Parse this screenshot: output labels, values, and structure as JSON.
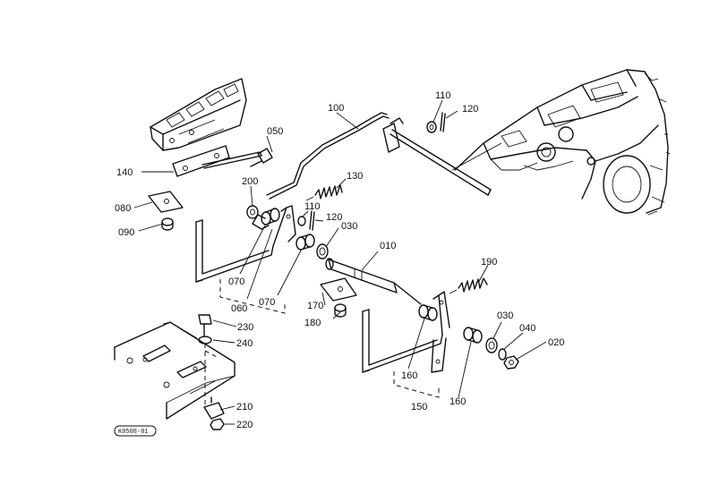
{
  "diagram": {
    "callouts": [
      {
        "id": "c010",
        "text": "010"
      },
      {
        "id": "c020",
        "text": "020"
      },
      {
        "id": "c030a",
        "text": "030"
      },
      {
        "id": "c030b",
        "text": "030"
      },
      {
        "id": "c040",
        "text": "040"
      },
      {
        "id": "c050",
        "text": "050"
      },
      {
        "id": "c060",
        "text": "060"
      },
      {
        "id": "c070a",
        "text": "070"
      },
      {
        "id": "c070b",
        "text": "070"
      },
      {
        "id": "c080",
        "text": "080"
      },
      {
        "id": "c090",
        "text": "090"
      },
      {
        "id": "c100",
        "text": "100"
      },
      {
        "id": "c110a",
        "text": "110"
      },
      {
        "id": "c110b",
        "text": "110"
      },
      {
        "id": "c120a",
        "text": "120"
      },
      {
        "id": "c120b",
        "text": "120"
      },
      {
        "id": "c130",
        "text": "130"
      },
      {
        "id": "c140",
        "text": "140"
      },
      {
        "id": "c150",
        "text": "150"
      },
      {
        "id": "c160a",
        "text": "160"
      },
      {
        "id": "c160b",
        "text": "160"
      },
      {
        "id": "c170",
        "text": "170"
      },
      {
        "id": "c180",
        "text": "180"
      },
      {
        "id": "c190",
        "text": "190"
      },
      {
        "id": "c200",
        "text": "200"
      },
      {
        "id": "c210",
        "text": "210"
      },
      {
        "id": "c220",
        "text": "220"
      },
      {
        "id": "c230",
        "text": "230"
      },
      {
        "id": "c240",
        "text": "240"
      }
    ],
    "drawing_code": "K0508-01"
  }
}
